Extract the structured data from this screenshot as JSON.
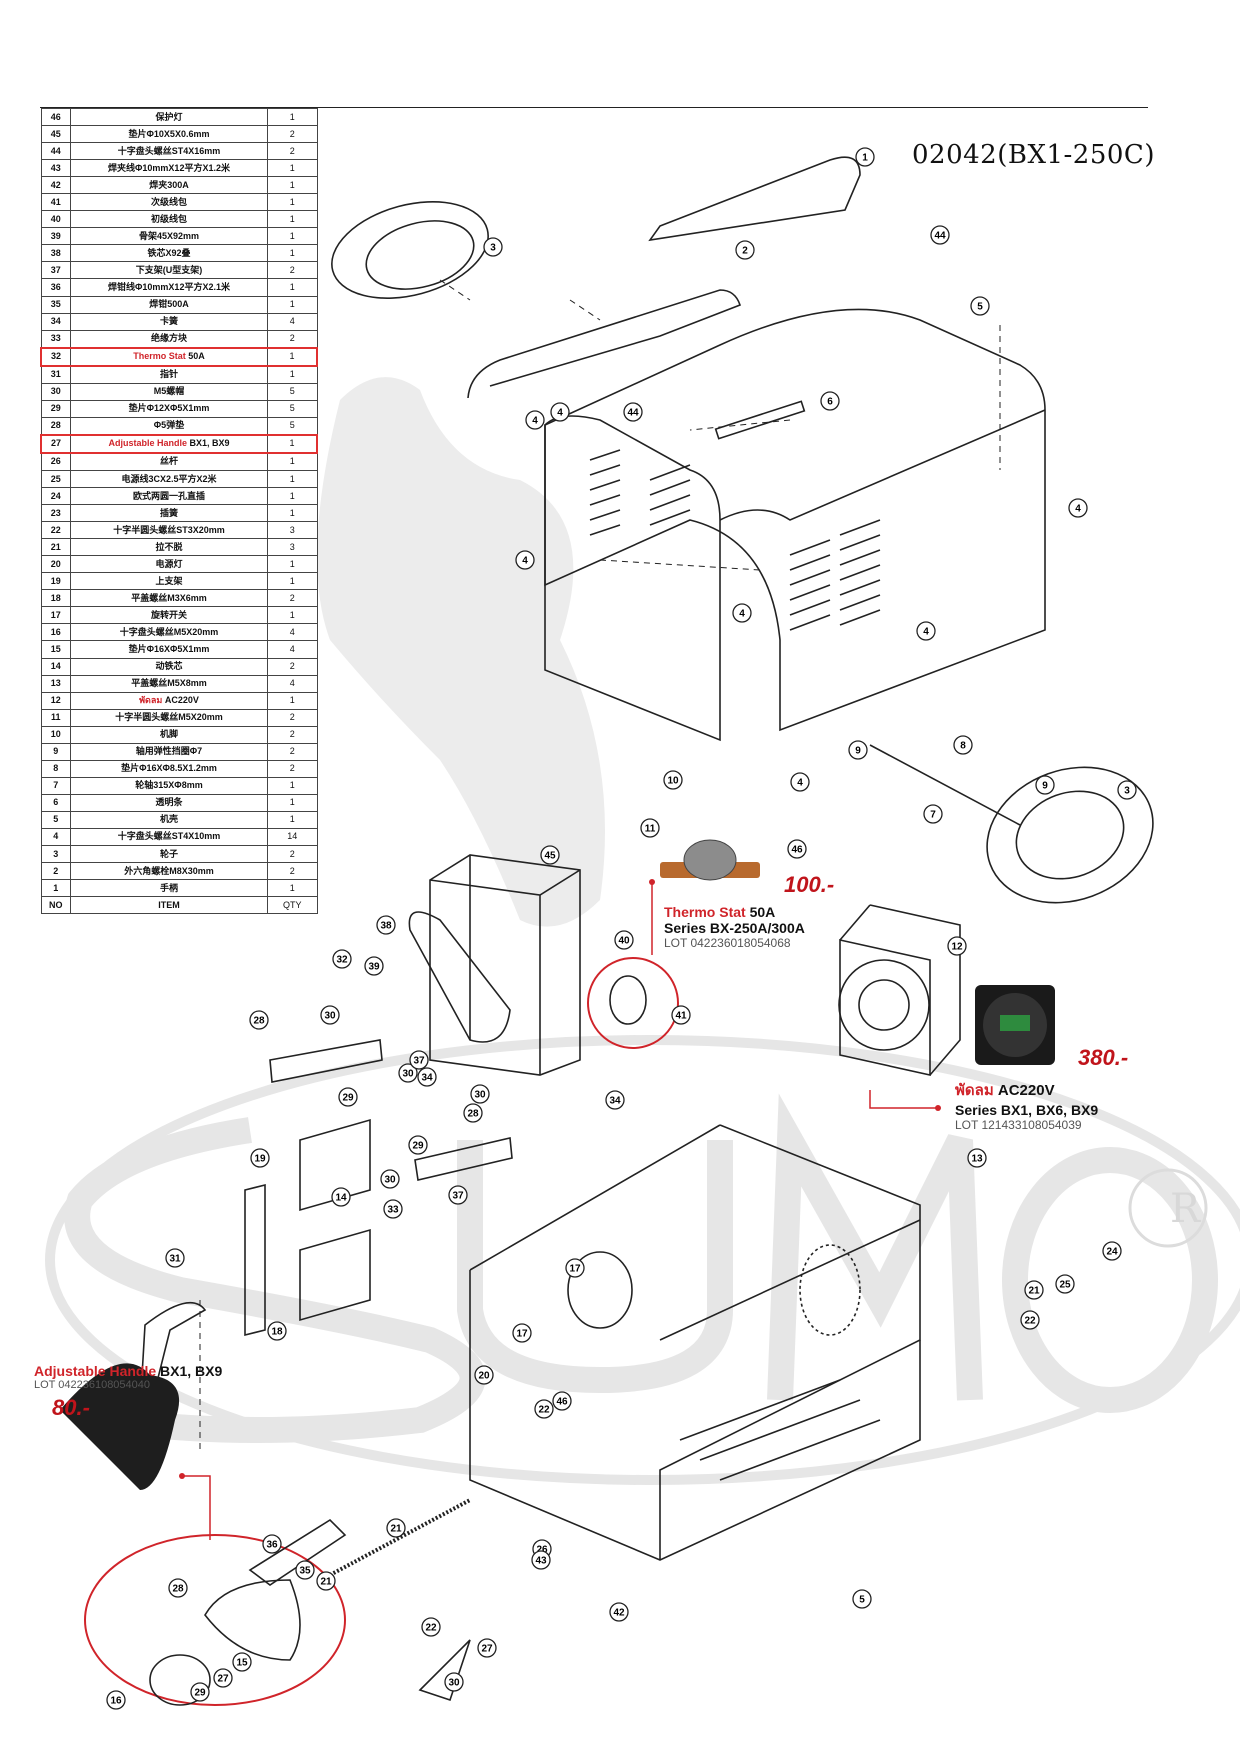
{
  "title": "02042(BX1-250C)",
  "table": {
    "header": {
      "no": "NO",
      "item": "ITEM",
      "qty": "QTY"
    },
    "rows": [
      {
        "no": "46",
        "item": "保护灯",
        "qty": "1"
      },
      {
        "no": "45",
        "item": "垫片Φ10X5X0.6mm",
        "qty": "2"
      },
      {
        "no": "44",
        "item": "十字盘头螺丝ST4X16mm",
        "qty": "2"
      },
      {
        "no": "43",
        "item": "焊夹线Φ10mmX12平方X1.2米",
        "qty": "1"
      },
      {
        "no": "42",
        "item": "焊夹300A",
        "qty": "1"
      },
      {
        "no": "41",
        "item": "次级线包",
        "qty": "1"
      },
      {
        "no": "40",
        "item": "初级线包",
        "qty": "1"
      },
      {
        "no": "39",
        "item": "骨架45X92mm",
        "qty": "1"
      },
      {
        "no": "38",
        "item": "铁芯X92叠",
        "qty": "1"
      },
      {
        "no": "37",
        "item": "下支架(U型支架)",
        "qty": "2"
      },
      {
        "no": "36",
        "item": "焊钳线Φ10mmX12平方X2.1米",
        "qty": "1"
      },
      {
        "no": "35",
        "item": "焊钳500A",
        "qty": "1"
      },
      {
        "no": "34",
        "item": "卡簧",
        "qty": "4"
      },
      {
        "no": "33",
        "item": "绝缘方块",
        "qty": "2"
      },
      {
        "no": "32",
        "item_red": "Thermo Stat",
        "item_rest": "50A",
        "qty": "1",
        "highlight": true
      },
      {
        "no": "31",
        "item": "指针",
        "qty": "1"
      },
      {
        "no": "30",
        "item": "M5螺帽",
        "qty": "5"
      },
      {
        "no": "29",
        "item": "垫片Φ12XΦ5X1mm",
        "qty": "5"
      },
      {
        "no": "28",
        "item": "Φ5弹垫",
        "qty": "5"
      },
      {
        "no": "27",
        "item_red": "Adjustable Handle",
        "item_rest": "BX1, BX9",
        "qty": "1",
        "highlight": true
      },
      {
        "no": "26",
        "item": "丝杆",
        "qty": "1"
      },
      {
        "no": "25",
        "item": "电源线3CX2.5平方X2米",
        "qty": "1"
      },
      {
        "no": "24",
        "item": "欧式两圆一孔直插",
        "qty": "1"
      },
      {
        "no": "23",
        "item": "插簧",
        "qty": "1"
      },
      {
        "no": "22",
        "item": "十字半圆头螺丝ST3X20mm",
        "qty": "3"
      },
      {
        "no": "21",
        "item": "拉不脱",
        "qty": "3"
      },
      {
        "no": "20",
        "item": "电源灯",
        "qty": "1"
      },
      {
        "no": "19",
        "item": "上支架",
        "qty": "1"
      },
      {
        "no": "18",
        "item": "平盖螺丝M3X6mm",
        "qty": "2"
      },
      {
        "no": "17",
        "item": "旋转开关",
        "qty": "1"
      },
      {
        "no": "16",
        "item": "十字盘头螺丝M5X20mm",
        "qty": "4"
      },
      {
        "no": "15",
        "item": "垫片Φ16XΦ5X1mm",
        "qty": "4"
      },
      {
        "no": "14",
        "item": "动铁芯",
        "qty": "2"
      },
      {
        "no": "13",
        "item": "平盖螺丝M5X8mm",
        "qty": "4"
      },
      {
        "no": "12",
        "item_red": "พัดลม",
        "item_rest": "AC220V",
        "qty": "1"
      },
      {
        "no": "11",
        "item": "十字半圆头螺丝M5X20mm",
        "qty": "2"
      },
      {
        "no": "10",
        "item": "机脚",
        "qty": "2"
      },
      {
        "no": "9",
        "item": "轴用弹性挡圈Φ7",
        "qty": "2"
      },
      {
        "no": "8",
        "item": "垫片Φ16XΦ8.5X1.2mm",
        "qty": "2"
      },
      {
        "no": "7",
        "item": "轮轴315XΦ8mm",
        "qty": "1"
      },
      {
        "no": "6",
        "item": "透明条",
        "qty": "1"
      },
      {
        "no": "5",
        "item": "机壳",
        "qty": "1"
      },
      {
        "no": "4",
        "item": "十字盘头螺丝ST4X10mm",
        "qty": "14"
      },
      {
        "no": "3",
        "item": "轮子",
        "qty": "2"
      },
      {
        "no": "2",
        "item": "外六角螺栓M8X30mm",
        "qty": "2"
      },
      {
        "no": "1",
        "item": "手柄",
        "qty": "1"
      }
    ]
  },
  "callouts": {
    "thermostat": {
      "price": "100.-",
      "name_red": "Thermo Stat",
      "name_rest": "50A",
      "series": "Series BX-250A/300A",
      "lot": "LOT 042236018054068"
    },
    "fan": {
      "price": "380.-",
      "name_red": "พัดลม",
      "name_rest": "AC220V",
      "series": "Series BX1, BX6, BX9",
      "lot": "LOT 121433108054039"
    },
    "handle": {
      "price": "80.-",
      "name_red": "Adjustable Handle",
      "name_rest": "BX1, BX9",
      "lot": "LOT 042236108054040"
    }
  },
  "watermark": {
    "text": "SUMO",
    "mark": "R"
  },
  "part_labels": [
    "1",
    "2",
    "3",
    "44",
    "5",
    "6",
    "44",
    "4",
    "4",
    "4",
    "4",
    "4",
    "4",
    "4",
    "3",
    "8",
    "9",
    "9",
    "7",
    "10",
    "11",
    "46",
    "45",
    "38",
    "39",
    "40",
    "41",
    "32",
    "30",
    "28",
    "29",
    "30",
    "37",
    "34",
    "34",
    "30",
    "28",
    "29",
    "30",
    "37",
    "33",
    "14",
    "19",
    "31",
    "18",
    "12",
    "13",
    "24",
    "25",
    "21",
    "22",
    "17",
    "17",
    "20",
    "46",
    "22",
    "21",
    "26",
    "35",
    "36",
    "21",
    "22",
    "43",
    "42",
    "27",
    "30",
    "28",
    "29",
    "27",
    "15",
    "16",
    "5"
  ],
  "colors": {
    "accent_red": "#d0242a",
    "line": "#222222",
    "watermark": "#e2e2e2"
  }
}
